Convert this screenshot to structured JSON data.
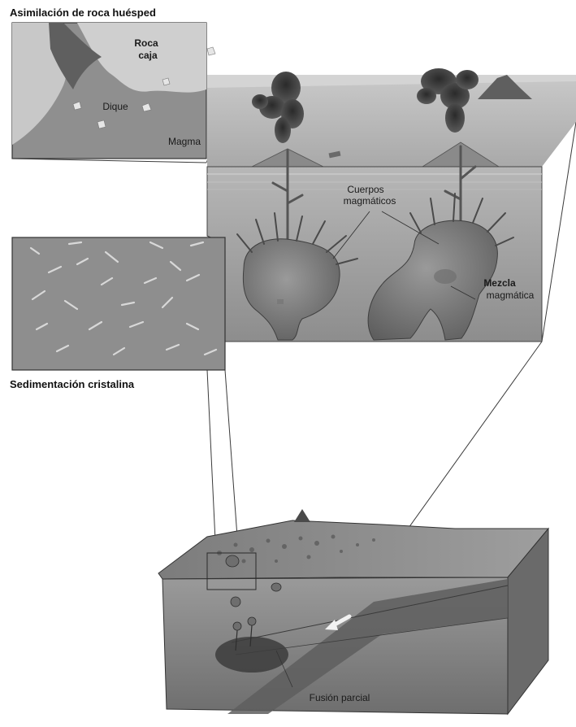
{
  "figure": {
    "captions": {
      "assimilation": "Asimilación de roca huésped",
      "settling": "Sedimentación cristalina"
    },
    "labels": {
      "host_rock_line1": "Roca",
      "host_rock_line2": "caja",
      "dike": "Dique",
      "magma": "Magma",
      "bodies_line1": "Cuerpos",
      "bodies_line2": "magmáticos",
      "mixing_line1": "Mezcla",
      "mixing_line2": "magmática",
      "partial_melting": "Fusión parcial"
    }
  }
}
